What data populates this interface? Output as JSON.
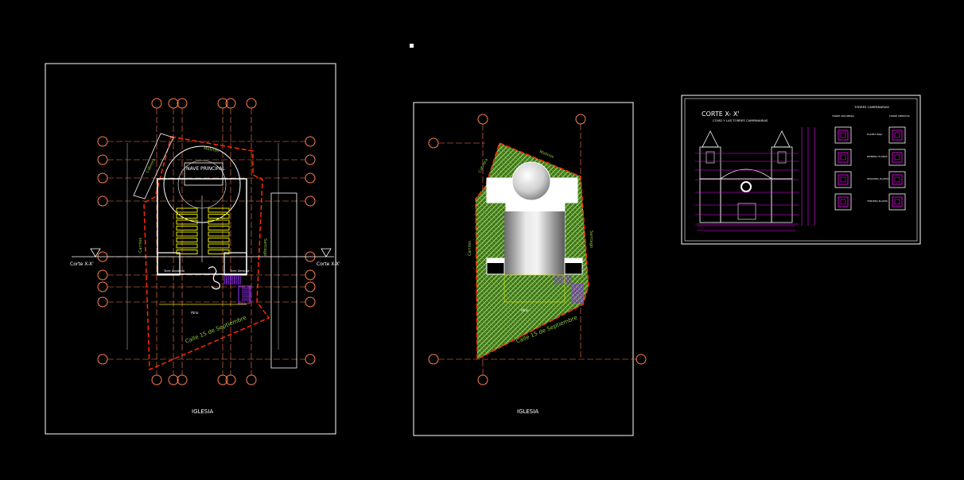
{
  "colors": {
    "background": "#000000",
    "frame": "#ffffff",
    "grid_axis": "#ff7f4f",
    "wall": "#ffffff",
    "section_red": "#ff2a00",
    "stairs_yellow": "#e6e600",
    "stairs_purple": "#9b30ff",
    "hatch_green": "#7fbf3f",
    "text_green": "#8ec63f",
    "magenta": "#ff00ff",
    "cyan": "#00ffff"
  },
  "sheet1": {
    "title": "IGLESIA",
    "street_main": "Calle 15 de Septiembre",
    "street_left": "Cabrera",
    "street_top": "Molinos",
    "street_side_left": "Carriles",
    "street_side_right": "Santiago",
    "section_left": "Corte X-X'",
    "section_right": "Corte X-X'",
    "nave_label": "NAVE PRINCIPAL",
    "tower_left": "Torre Izquierda",
    "tower_right": "Torre Derecha",
    "atrio": "Atrio"
  },
  "sheet2": {
    "title": "IGLESIA",
    "street_main": "Calle 15 de Septiembre",
    "street_left": "Cabrera",
    "street_top": "Molinos",
    "street_side_left": "Carriles",
    "street_side_right": "Santiago",
    "atrio": "Atrio"
  },
  "sheet3": {
    "title": "CORTE X- X'",
    "subtitle": "COVID Y LAS TORRES CAMPANARIAS",
    "panel_title": "TORRES CAMPANARIAS",
    "col_left": "TORRE IZQUIERDA",
    "col_right": "TORRE DERECHA",
    "level_labels": [
      "PLANTA BAJA",
      "PRIMERA PLANTA",
      "SEGUNDA PLANTA",
      "TERCERA PLANTA"
    ]
  }
}
